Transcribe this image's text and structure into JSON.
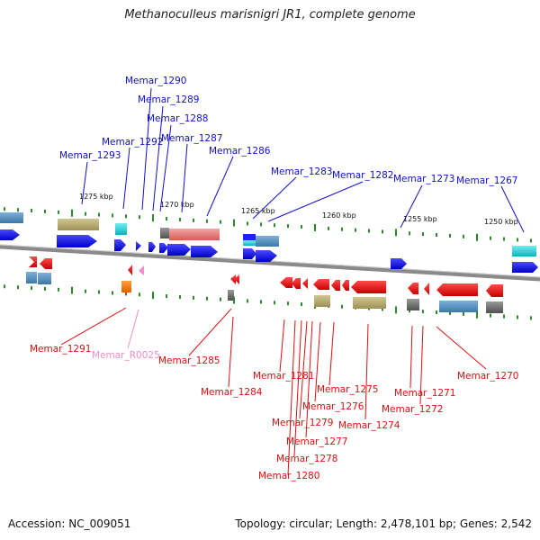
{
  "title": "Methanoculleus marisnigri JR1, complete genome",
  "footer": {
    "accession": "Accession: NC_009051",
    "topology": "Topology: circular; Length: 2,478,101 bp; Genes: 2,542"
  },
  "scale_labels": [
    "1275 kbp",
    "1270 kbp",
    "1265 kbp",
    "1260 kbp",
    "1255 kbp",
    "1250 kbp"
  ],
  "colors": {
    "forward_label": "#1010c8",
    "reverse_label": "#dd1010",
    "rna_label": "#f08cc8",
    "forward_gene": "#0a0aee",
    "reverse_gene": "#ee0a0a",
    "backbone": "#8a8a8a"
  },
  "forward_labels": [
    "Memar_1290",
    "Memar_1289",
    "Memar_1288",
    "Memar_1292",
    "Memar_1287",
    "Memar_1293",
    "Memar_1286",
    "Memar_1283",
    "Memar_1282",
    "Memar_1273",
    "Memar_1267"
  ],
  "reverse_labels": [
    "Memar_1291",
    "Memar_R0025",
    "Memar_1285",
    "Memar_1284",
    "Memar_1281",
    "Memar_1275",
    "Memar_1276",
    "Memar_1279",
    "Memar_1277",
    "Memar_1278",
    "Memar_1280",
    "Memar_1274",
    "Memar_1271",
    "Memar_1272",
    "Memar_1270"
  ]
}
